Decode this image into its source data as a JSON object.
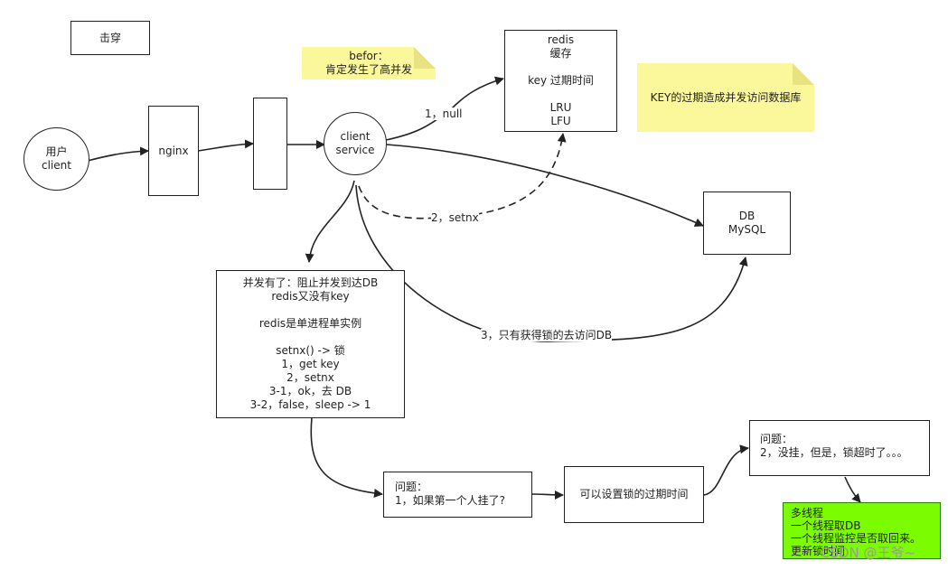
{
  "title_box": "击穿",
  "nodes": {
    "user": [
      "用户",
      "client"
    ],
    "nginx": "nginx",
    "client_service": [
      "client",
      "service"
    ],
    "redis": [
      "redis",
      "缓存",
      "",
      "key 过期时间",
      "",
      "LRU",
      "LFU"
    ],
    "db": [
      "DB",
      "MySQL"
    ],
    "main_box": [
      "并发有了：阻止并发到达DB",
      "redis又没有key",
      "",
      "redis是单进程单实例",
      "",
      "setnx()  ->  锁",
      "1，get key",
      "2，setnx",
      "3-1，ok，去 DB",
      "3-2，false，sleep  -> 1"
    ],
    "question1": [
      "问题：",
      "1，如果第一个人挂了?"
    ],
    "set_expire": "可以设置锁的过期时间",
    "question2": [
      "问题：",
      "2，没挂，但是，锁超时了。。。"
    ],
    "multithread": [
      "多线程",
      "一个线程取DB",
      "一个线程监控是否取回来。",
      "更新锁时间"
    ]
  },
  "notes": {
    "before": [
      "befor：",
      "肯定发生了高并发"
    ],
    "key_expire": "KEY的过期造成并发访问数据库"
  },
  "edge_labels": {
    "null": "1，null",
    "setnx": "2，setnx",
    "db_access": "3，只有获得锁的去访问DB"
  },
  "watermark": "CSDN @王爷~",
  "colors": {
    "note_yellow": "#fbf79b",
    "green_box": "#7cfc00",
    "line": "#222222"
  }
}
